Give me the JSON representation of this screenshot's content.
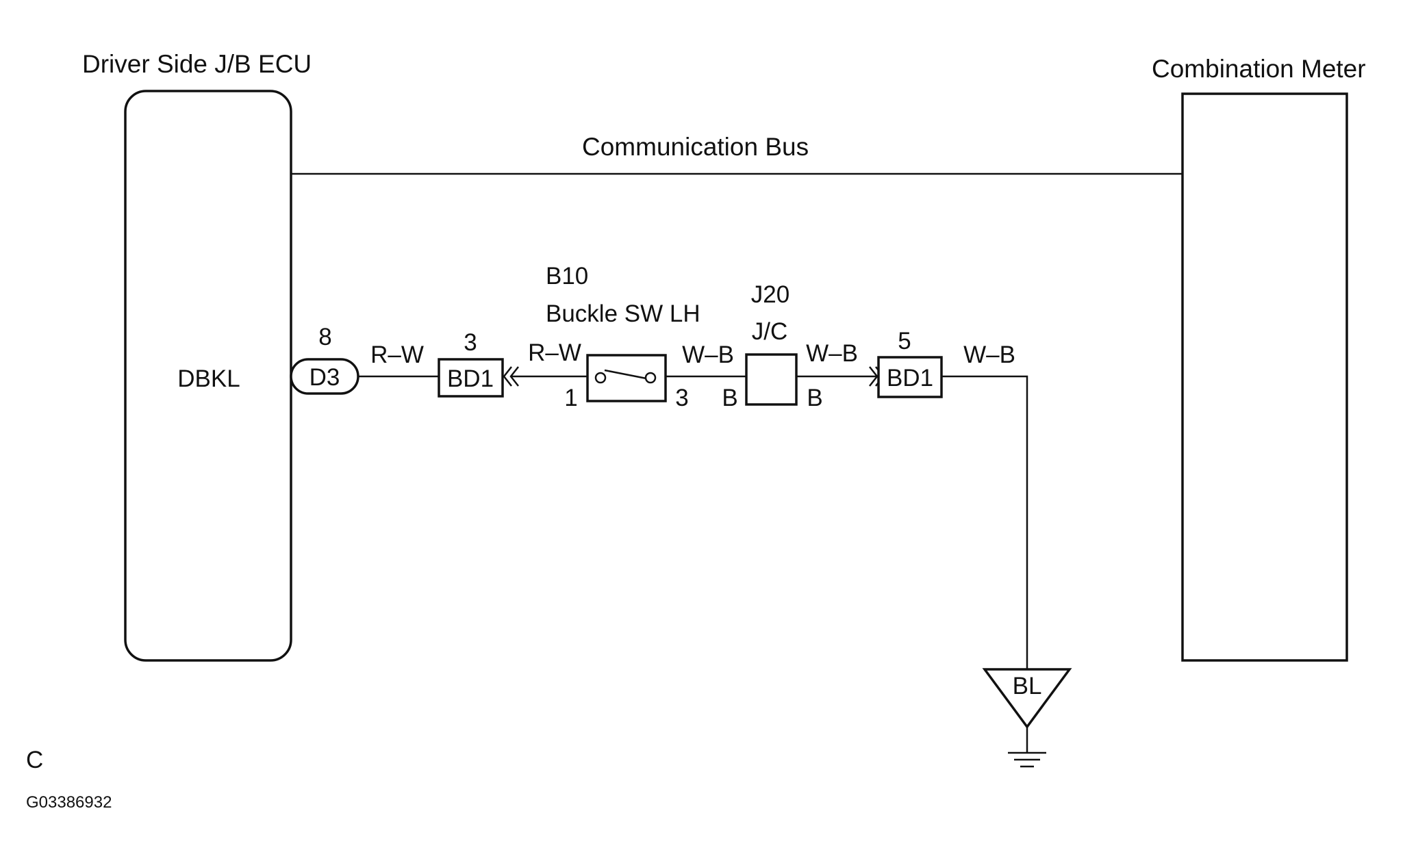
{
  "components": {
    "ecu": {
      "label": "Driver Side J/B ECU",
      "terminal_name": "DBKL"
    },
    "meter": {
      "label": "Combination Meter"
    },
    "bus": {
      "label": "Communication Bus"
    },
    "ecu_connector": {
      "id": "D3",
      "pin": "8"
    },
    "bd1_left": {
      "id": "BD1",
      "pin": "3"
    },
    "buckle_switch": {
      "code": "B10",
      "name": "Buckle SW LH",
      "pin_left": "1",
      "pin_right": "3"
    },
    "junction": {
      "code": "J20",
      "type": "J/C",
      "pin_left": "B",
      "pin_right": "B"
    },
    "bd1_right": {
      "id": "BD1",
      "pin": "5"
    },
    "ground": {
      "label": "BL"
    }
  },
  "wires": {
    "ecu_to_bd1": "R–W",
    "bd1_to_switch": "R–W",
    "switch_to_jc": "W–B",
    "jc_to_bd1": "W–B",
    "bd1_to_ground": "W–B"
  },
  "footer": {
    "section": "C",
    "figure_id": "G03386932"
  },
  "colors": {
    "ink": "#111111",
    "background": "#ffffff"
  }
}
